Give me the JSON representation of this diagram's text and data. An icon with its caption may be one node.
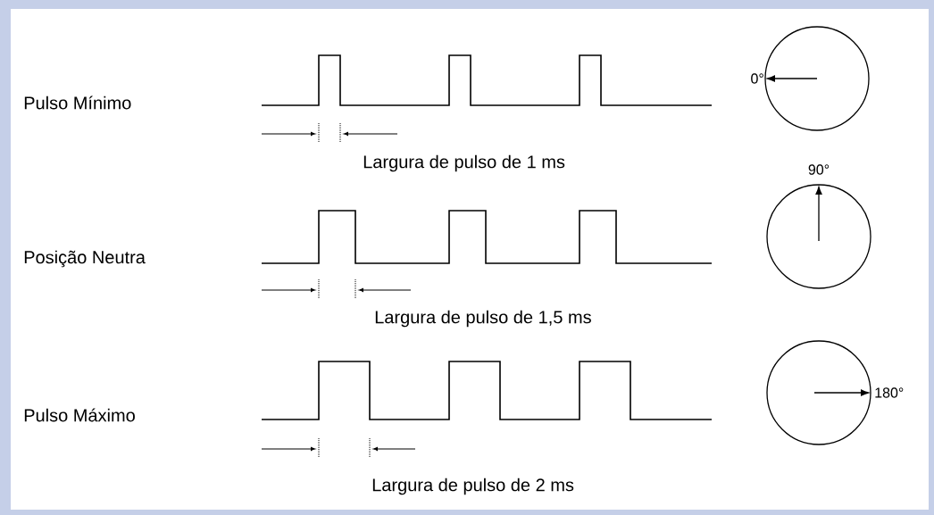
{
  "diagram": {
    "labels": [
      "Pulso Mínimo",
      "0°",
      "Largura de pulso de 1 ms",
      "90°",
      "Posição Neutra",
      "Largura de pulso de 1,5 ms",
      "Pulso Máximo",
      "180°",
      "Largura de pulso de 2 ms"
    ]
  }
}
